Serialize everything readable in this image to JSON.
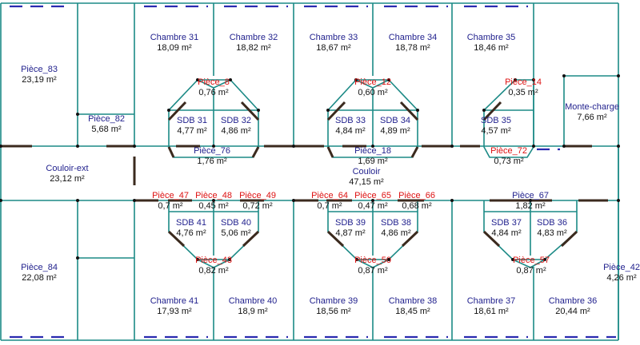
{
  "rooms": [
    {
      "name": "Chambre 31",
      "area": "18,09 m²",
      "tone": "rn"
    },
    {
      "name": "Chambre 32",
      "area": "18,82 m²",
      "tone": "rn"
    },
    {
      "name": "Chambre 33",
      "area": "18,67 m²",
      "tone": "rn"
    },
    {
      "name": "Chambre 34",
      "area": "18,78 m²",
      "tone": "rn"
    },
    {
      "name": "Chambre 35",
      "area": "18,46 m²",
      "tone": "rn"
    },
    {
      "name": "Pièce_83",
      "area": "23,19 m²",
      "tone": "rn"
    },
    {
      "name": "Pièce_82",
      "area": "5,68 m²",
      "tone": "rn"
    },
    {
      "name": "Pièce_8",
      "area": "0,76 m²",
      "tone": "rr"
    },
    {
      "name": "Pièce_12",
      "area": "0,60 m²",
      "tone": "rr"
    },
    {
      "name": "Pièce_14",
      "area": "0,35 m²",
      "tone": "rr"
    },
    {
      "name": "Monte-charge",
      "area": "7,66 m²",
      "tone": "rn"
    },
    {
      "name": "SDB 31",
      "area": "4,77 m²",
      "tone": "rn"
    },
    {
      "name": "SDB 32",
      "area": "4,86 m²",
      "tone": "rn"
    },
    {
      "name": "SDB 33",
      "area": "4,84 m²",
      "tone": "rn"
    },
    {
      "name": "SDB 34",
      "area": "4,89 m²",
      "tone": "rn"
    },
    {
      "name": "SDB 35",
      "area": "4,57 m²",
      "tone": "rn"
    },
    {
      "name": "Pièce_76",
      "area": "1,76 m²",
      "tone": "rn"
    },
    {
      "name": "Pièce_18",
      "area": "1,69 m²",
      "tone": "rn"
    },
    {
      "name": "Pièce_72",
      "area": "0,73 m²",
      "tone": "rr"
    },
    {
      "name": "Couloir-ext",
      "area": "23,12 m²",
      "tone": "rn"
    },
    {
      "name": "Couloir",
      "area": "47,15 m²",
      "tone": "rn"
    },
    {
      "name": "Pièce_47",
      "area": "0,7 m²",
      "tone": "rr"
    },
    {
      "name": "Pièce_48",
      "area": "0,45 m²",
      "tone": "rr"
    },
    {
      "name": "Pièce_49",
      "area": "0,72 m²",
      "tone": "rr"
    },
    {
      "name": "Pièce_64",
      "area": "0,7 m²",
      "tone": "rr"
    },
    {
      "name": "Pièce_65",
      "area": "0,47 m²",
      "tone": "rr"
    },
    {
      "name": "Pièce_66",
      "area": "0,68 m²",
      "tone": "rr"
    },
    {
      "name": "Pièce_67",
      "area": "1,82 m²",
      "tone": "rn"
    },
    {
      "name": "SDB 41",
      "area": "4,76 m²",
      "tone": "rn"
    },
    {
      "name": "SDB 40",
      "area": "5,06 m²",
      "tone": "rn"
    },
    {
      "name": "SDB 39",
      "area": "4,87 m²",
      "tone": "rn"
    },
    {
      "name": "SDB 38",
      "area": "4,86 m²",
      "tone": "rn"
    },
    {
      "name": "SDB 37",
      "area": "4,84 m²",
      "tone": "rn"
    },
    {
      "name": "SDB 36",
      "area": "4,83 m²",
      "tone": "rn"
    },
    {
      "name": "Pièce_43",
      "area": "0,82 m²",
      "tone": "rr"
    },
    {
      "name": "Pièce_50",
      "area": "0,87 m²",
      "tone": "rr"
    },
    {
      "name": "Pièce_57",
      "area": "0,87 m²",
      "tone": "rr"
    },
    {
      "name": "Pièce_84",
      "area": "22,08 m²",
      "tone": "rn"
    },
    {
      "name": "Pièce_42",
      "area": "4,26 m²",
      "tone": "rn"
    },
    {
      "name": "Chambre 41",
      "area": "17,93 m²",
      "tone": "rn"
    },
    {
      "name": "Chambre 40",
      "area": "18,9 m²",
      "tone": "rn"
    },
    {
      "name": "Chambre 39",
      "area": "18,56 m²",
      "tone": "rn"
    },
    {
      "name": "Chambre 38",
      "area": "18,45 m²",
      "tone": "rn"
    },
    {
      "name": "Chambre 37",
      "area": "18,61 m²",
      "tone": "rn"
    },
    {
      "name": "Chambre 36",
      "area": "20,44 m²",
      "tone": "rn"
    }
  ]
}
